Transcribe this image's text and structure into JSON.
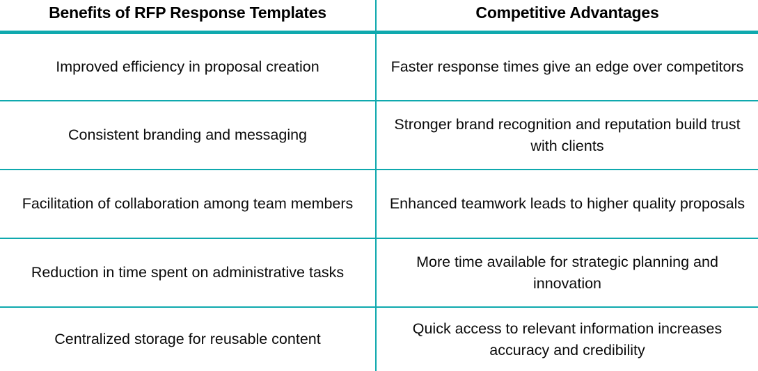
{
  "table": {
    "accent_color": "#0FA9AE",
    "text_color": "#000000",
    "background_color": "#FFFFFF",
    "columns": [
      {
        "key": "benefits",
        "header": "Benefits of RFP Response Templates"
      },
      {
        "key": "advantages",
        "header": "Competitive Advantages"
      }
    ],
    "rows": [
      {
        "benefits": "Improved efficiency in proposal creation",
        "advantages": "Faster response times give an edge over competitors"
      },
      {
        "benefits": "Consistent branding and messaging",
        "advantages": "Stronger brand recognition and reputation build trust with clients"
      },
      {
        "benefits": "Facilitation of collaboration among team members",
        "advantages": "Enhanced teamwork leads to higher quality proposals"
      },
      {
        "benefits": "Reduction in time spent on administrative tasks",
        "advantages": "More time available for strategic planning and innovation"
      },
      {
        "benefits": "Centralized storage for reusable content",
        "advantages": "Quick access to relevant information increases accuracy and credibility"
      }
    ]
  }
}
